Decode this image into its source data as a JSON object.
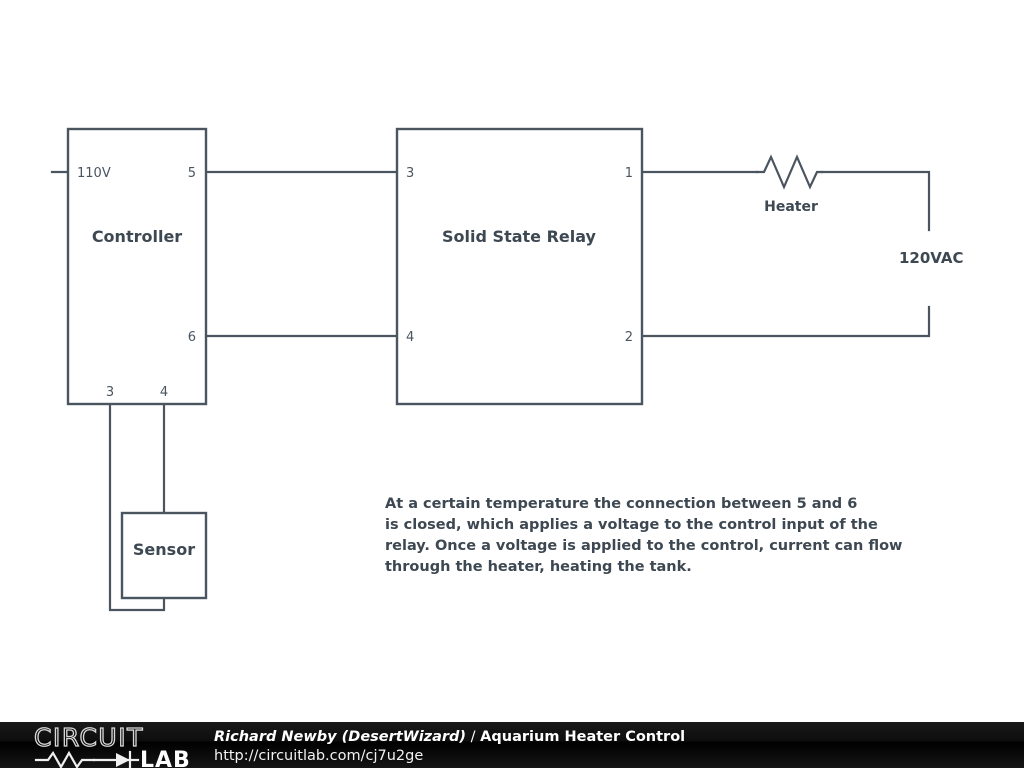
{
  "diagram": {
    "blocks": [
      {
        "id": "controller",
        "label": "Controller"
      },
      {
        "id": "relay",
        "label": "Solid State Relay"
      },
      {
        "id": "sensor",
        "label": "Sensor"
      }
    ],
    "components": [
      {
        "id": "heater",
        "label": "Heater",
        "symbol": "resistor"
      }
    ],
    "terminals": [
      {
        "id": "mains-in",
        "label": "110V"
      },
      {
        "id": "ac-source",
        "label": "120VAC"
      }
    ],
    "pins": {
      "controller": {
        "p5": "5",
        "p6": "6",
        "p3": "3",
        "p4": "4"
      },
      "relay": {
        "p3": "3",
        "p4": "4",
        "p1": "1",
        "p2": "2"
      }
    },
    "note": {
      "lines": [
        "At a certain temperature the connection between 5 and 6",
        "is closed, which applies a voltage to the control input of the",
        "relay. Once a voltage is applied to the control, current can flow",
        "through the heater, heating the tank."
      ]
    },
    "colors": {
      "wire": "#4a5560",
      "text": "#3d4852",
      "background": "#ffffff"
    }
  },
  "footer": {
    "logo": {
      "word_top": "CIRCUIT",
      "word_bottom": "LAB"
    },
    "author": "Richard Newby (DesertWizard)",
    "separator": " / ",
    "title": "Aquarium Heater Control",
    "url": "http://circuitlab.com/cj7u2ge",
    "background": "#000000"
  }
}
